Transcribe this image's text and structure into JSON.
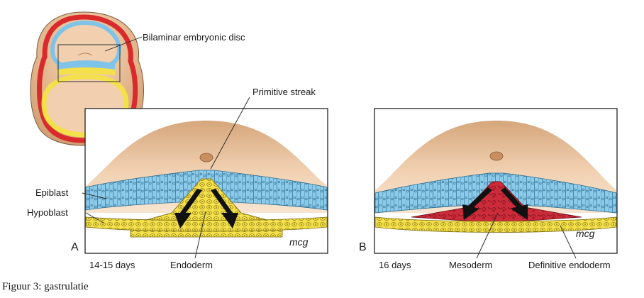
{
  "labels": {
    "bilaminar_disc": "Bilaminar embryonic disc",
    "primitive_streak": "Primitive streak",
    "epiblast": "Epiblast",
    "hypoblast": "Hypoblast",
    "panel_a_letter": "A",
    "panel_a_age": "14-15 days",
    "endoderm": "Endoderm",
    "panel_b_letter": "B",
    "panel_b_age": "16 days",
    "mesoderm": "Mesoderm",
    "definitive_endoderm": "Definitive endoderm",
    "signature_a": "mcg",
    "signature_b": "mcg"
  },
  "caption": "Figuur 3: gastrulatie",
  "colors": {
    "amnion_blue": "#7fc4e8",
    "yolk_yellow": "#f4e04a",
    "outer_red": "#d92b2b",
    "tissue_tan": "#e2b48a",
    "mesoderm_red": "#cc2b3a"
  }
}
